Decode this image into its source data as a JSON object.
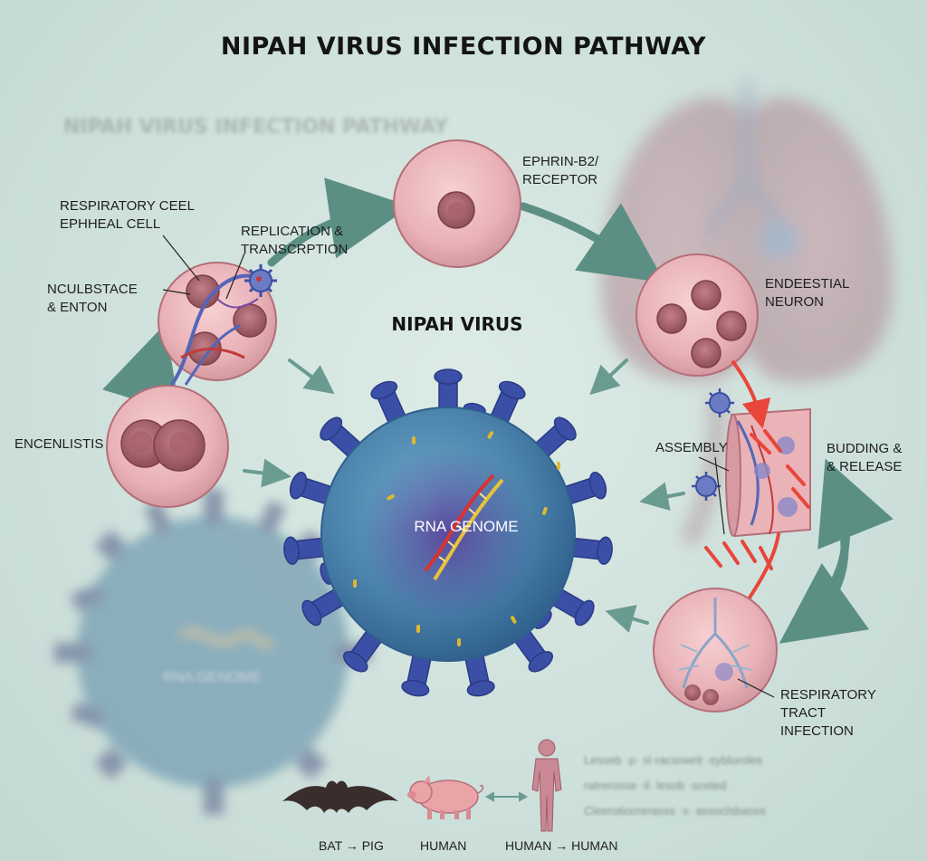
{
  "title": "NIPAH VIRUS INFECTION PATHWAY",
  "ghost_title": "NIPAH VIRUS INFECTION PATHWAY",
  "center": {
    "title": "NIPAH VIRUS",
    "rna_label": "RNA GENOME"
  },
  "labels": {
    "respiratory_cell": "RESPIRATORY CEEL\nEPHHEAL CELL",
    "replication": "REPLICATION &\nTRANSCRPTION",
    "nculbstace": "NCULBSTACE\n& ENTON",
    "encenlistis": "ENCENLISTIS",
    "ephrin": "EPHRIN-B2/\nRECEPTOR",
    "endeestial": "ENDEESTIAL\nNEURON",
    "assembly": "ASSEMBLY",
    "budding": "BUDDING &\n& RELEASE",
    "respiratory_tract": "RESPIRATORY\nTRACT\nINFECTION"
  },
  "bottom": {
    "bat_pig": "BAT → PIG",
    "human": "HUMAN",
    "human_human": "HUMAN → HUMAN"
  },
  "ghost_lines": [
    "Lesseb ·p· sl·racsowrit ·sybloroles",
    "ratrerosse ·il· lesob ·sceted",
    "Cleerotiocrerasss ·x· assoclsbasss"
  ],
  "ghost_rna": "RNA GENOME",
  "colors": {
    "background": "#cfe1dc",
    "cell_fill": "#eab3b8",
    "cell_stroke": "#b46f79",
    "virus_core": "#4c7fa8",
    "spike": "#3a4fa5",
    "arrow": "#5b8f84",
    "red_arrow": "#e8463b"
  }
}
